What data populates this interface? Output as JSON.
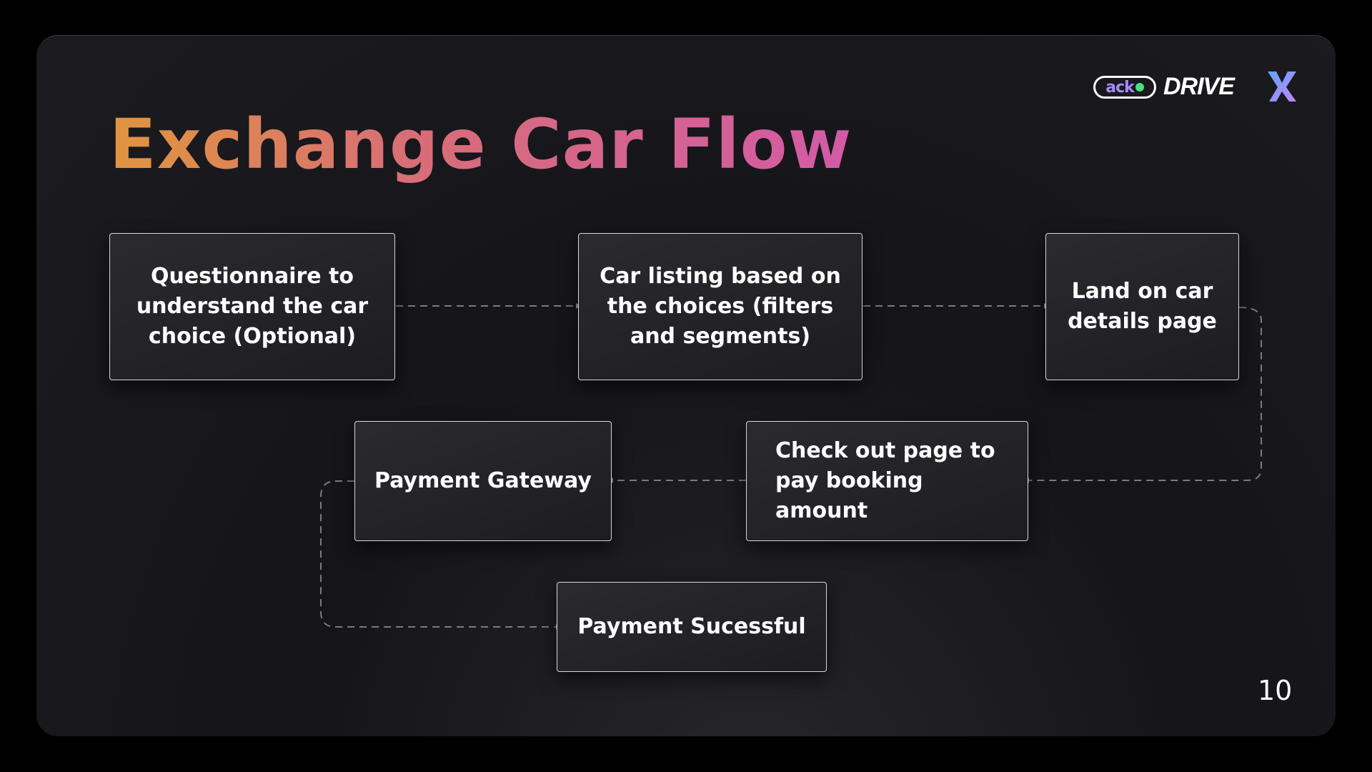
{
  "slide": {
    "title": "Exchange Car Flow",
    "page_number": "10"
  },
  "logos": {
    "acko": "ack",
    "drive": "DRIVE"
  },
  "flow": {
    "steps": [
      {
        "id": "questionnaire",
        "label": "Questionnaire to understand the car choice (Optional)"
      },
      {
        "id": "car-listing",
        "label": "Car listing based on the choices (filters and segments)"
      },
      {
        "id": "car-details",
        "label": "Land on car details page"
      },
      {
        "id": "checkout",
        "label": "Check out page to pay booking amount"
      },
      {
        "id": "payment-gateway",
        "label": "Payment Gateway"
      },
      {
        "id": "payment-successful",
        "label": "Payment Sucessful"
      }
    ]
  },
  "colors": {
    "title_gradient": [
      "#e0963e",
      "#d86e76",
      "#d35aa6"
    ],
    "box_border": "#d8d8dc",
    "connector": "#7a7a80"
  }
}
